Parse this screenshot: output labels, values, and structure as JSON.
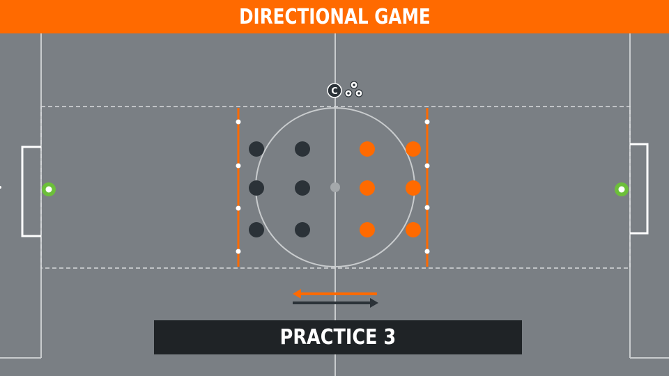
{
  "title": "DIRECTIONAL GAME",
  "caption": "PRACTICE 3",
  "coach_marker": "C",
  "colors": {
    "title_bar": "#ff6a00",
    "pitch": "#7a7f84",
    "lines": "#d8dadc",
    "team_dark": "#2b3238",
    "team_orange": "#ff6a00",
    "goalkeeper": "#6cbf3a",
    "caption_box": "#1f2326"
  },
  "icons": [
    "coach-icon",
    "balls-icon",
    "direction-arrow-left-icon",
    "direction-arrow-right-icon"
  ],
  "team_dark": {
    "player_count": 6
  },
  "team_orange": {
    "player_count": 6
  },
  "goalkeepers": {
    "count": 2
  }
}
